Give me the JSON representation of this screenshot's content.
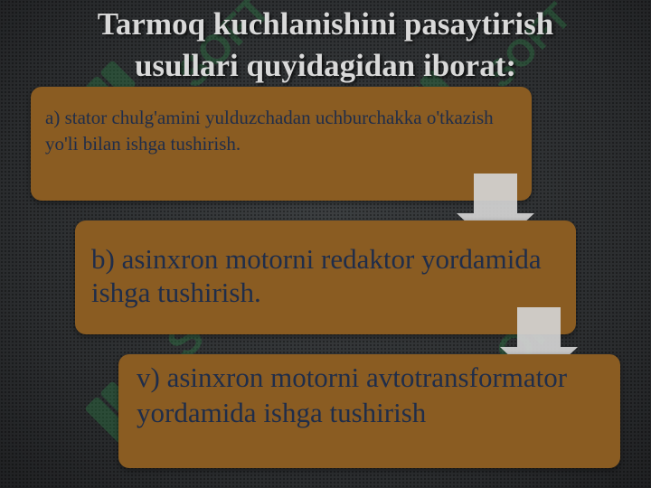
{
  "title": {
    "line1": "Tarmoq kuchlanishini pasaytirish",
    "line2": "usullari quyidagidan iborat:"
  },
  "steps": [
    {
      "text": "a) stator chulg'amini yulduzchadan uchburchakka o'tkazish yo'li bilan ishga tushirish."
    },
    {
      "text": "b) asinxron motorni redaktor yordamida ishga tushirish."
    },
    {
      "text": "v) asinxron motorni avtotransformator yordamida ishga tushirish"
    }
  ],
  "watermark": {
    "text": "SOFT"
  },
  "colors": {
    "background": "#2b2d2f",
    "box_fill": "#8a5c22",
    "box_text": "#1f2d4a",
    "arrow": "#d4d4d4",
    "title": "#d9d9d9",
    "watermark": "#2e9b4f"
  }
}
